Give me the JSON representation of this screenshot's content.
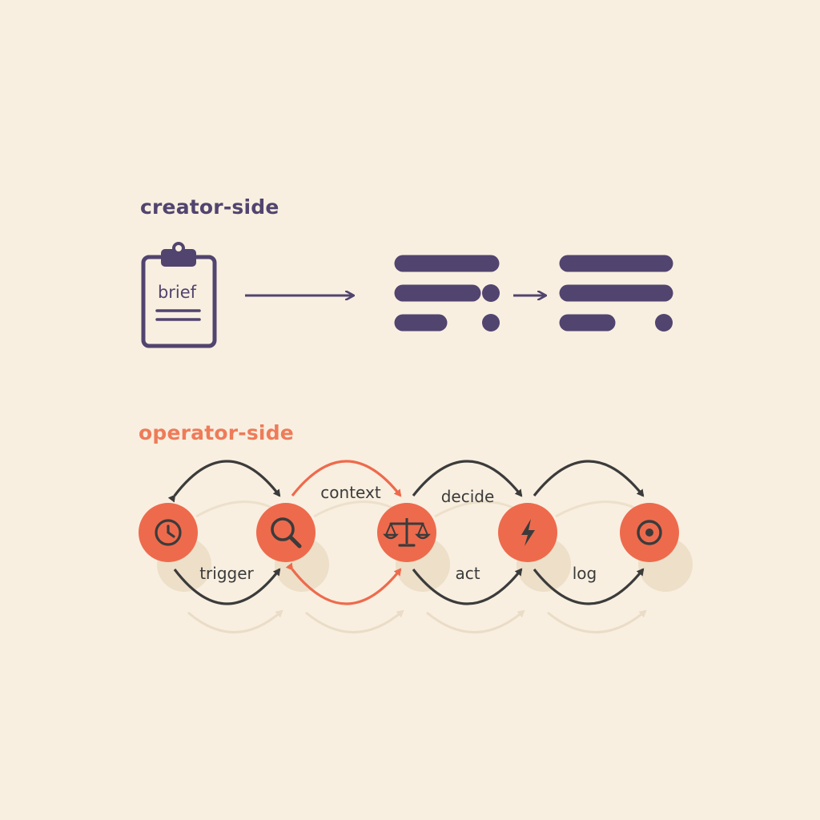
{
  "colors": {
    "background": "#f8efe0",
    "creator": "#51446f",
    "operator": "#ee6a4c",
    "operator_label": "#ee7b59",
    "arrow_dark": "#3b3b3b",
    "node_shadow": "#ead9c0",
    "ghost_arc": "#eadcc6"
  },
  "creator": {
    "label": "creator-side",
    "brief": {
      "icon": "clipboard-icon",
      "label": "brief"
    },
    "outputs": [
      {
        "icon": "text-lines-icon"
      },
      {
        "icon": "text-lines-icon"
      }
    ]
  },
  "operator": {
    "label": "operator-side",
    "nodes": [
      {
        "icon": "clock-icon"
      },
      {
        "icon": "search-icon"
      },
      {
        "icon": "scale-icon"
      },
      {
        "icon": "lightning-icon"
      },
      {
        "icon": "target-icon"
      }
    ],
    "arcs": [
      {
        "label": "trigger",
        "position": "below",
        "highlight": false
      },
      {
        "label": "context",
        "position": "above",
        "highlight": true
      },
      {
        "label": "decide",
        "position": "above",
        "highlight": false
      },
      {
        "label": "act",
        "position": "below",
        "highlight": false
      },
      {
        "label": "log",
        "position": "below",
        "highlight": false
      }
    ]
  }
}
